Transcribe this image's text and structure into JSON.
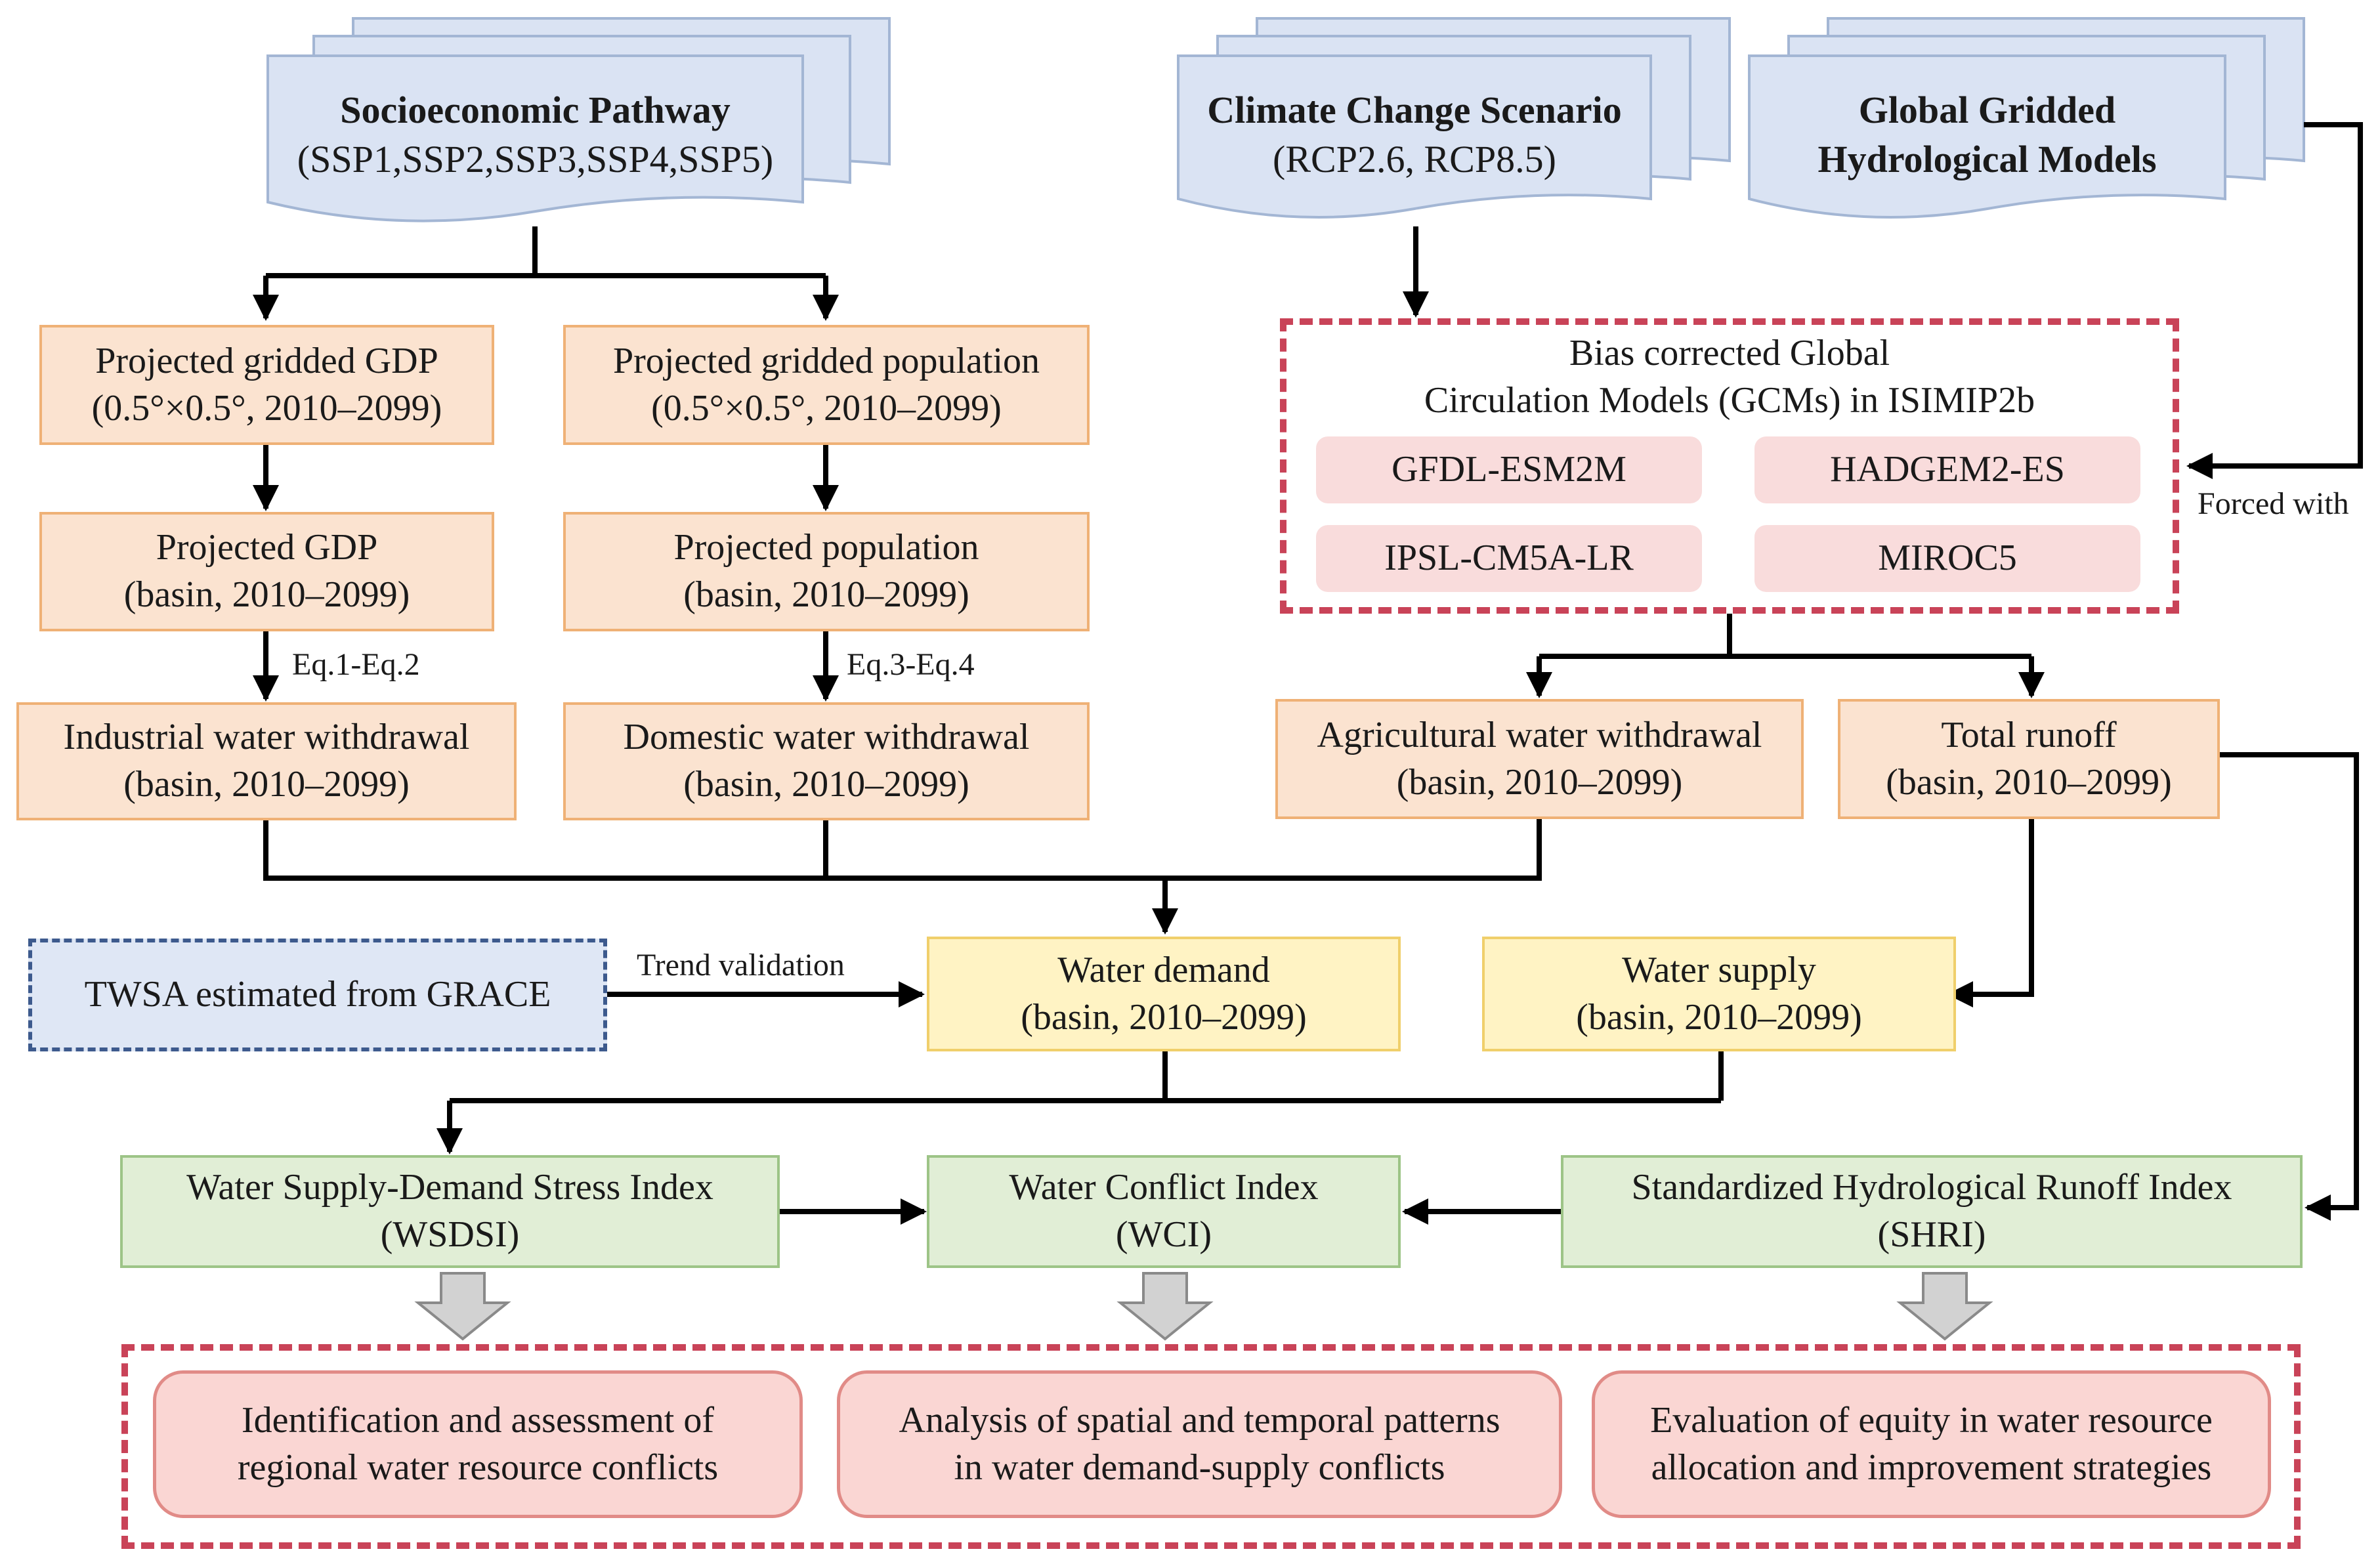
{
  "sources": {
    "ssp": {
      "title": "Socioeconomic Pathway",
      "subtitle": "(SSP1,SSP2,SSP3,SSP4,SSP5)"
    },
    "climate": {
      "title": "Climate Change Scenario",
      "subtitle": "(RCP2.6, RCP8.5)"
    },
    "ghm": {
      "title_line1": "Global Gridded",
      "title_line2": "Hydrological Models"
    }
  },
  "gcm_group": {
    "title_line1": "Bias corrected Global",
    "title_line2": "Circulation Models (GCMs) in ISIMIP2b",
    "models": [
      "GFDL-ESM2M",
      "HADGEM2-ES",
      "IPSL-CM5A-LR",
      "MIROC5"
    ]
  },
  "nodes": {
    "gridded_gdp": {
      "line1": "Projected gridded GDP",
      "line2": "(0.5°×0.5°, 2010–2099)"
    },
    "gridded_pop": {
      "line1": "Projected gridded population",
      "line2": "(0.5°×0.5°, 2010–2099)"
    },
    "gdp": {
      "line1": "Projected GDP",
      "line2": "(basin, 2010–2099)"
    },
    "pop": {
      "line1": "Projected population",
      "line2": "(basin, 2010–2099)"
    },
    "industrial": {
      "line1": "Industrial water withdrawal",
      "line2": "(basin, 2010–2099)"
    },
    "domestic": {
      "line1": "Domestic water withdrawal",
      "line2": "(basin, 2010–2099)"
    },
    "agricultural": {
      "line1": "Agricultural water withdrawal",
      "line2": "(basin, 2010–2099)"
    },
    "runoff": {
      "line1": "Total runoff",
      "line2": "(basin, 2010–2099)"
    },
    "twsa": {
      "line1": "TWSA estimated from GRACE"
    },
    "demand": {
      "line1": "Water demand",
      "line2": "(basin, 2010–2099)"
    },
    "supply": {
      "line1": "Water supply",
      "line2": "(basin, 2010–2099)"
    },
    "wsdsi": {
      "line1": "Water Supply-Demand Stress Index",
      "line2": "(WSDSI)"
    },
    "wci": {
      "line1": "Water Conflict Index",
      "line2": "(WCI)"
    },
    "shri": {
      "line1": "Standardized Hydrological Runoff Index",
      "line2": "(SHRI)"
    }
  },
  "edge_labels": {
    "eq12": "Eq.1-Eq.2",
    "eq34": "Eq.3-Eq.4",
    "trend": "Trend validation",
    "forced": "Forced with"
  },
  "outcomes": [
    {
      "line1": "Identification and assessment of",
      "line2": "regional water resource conflicts"
    },
    {
      "line1": "Analysis of spatial and temporal patterns",
      "line2": "in water demand-supply conflicts"
    },
    {
      "line1": "Evaluation of equity in water resource",
      "line2": "allocation and improvement strategies"
    }
  ],
  "colors": {
    "doc_fill": "#dae3f3",
    "doc_stroke": "#a3b6d4",
    "arrow": "#000000",
    "red_dash": "#c94358",
    "gray_arrow": "#d0d0d0"
  }
}
